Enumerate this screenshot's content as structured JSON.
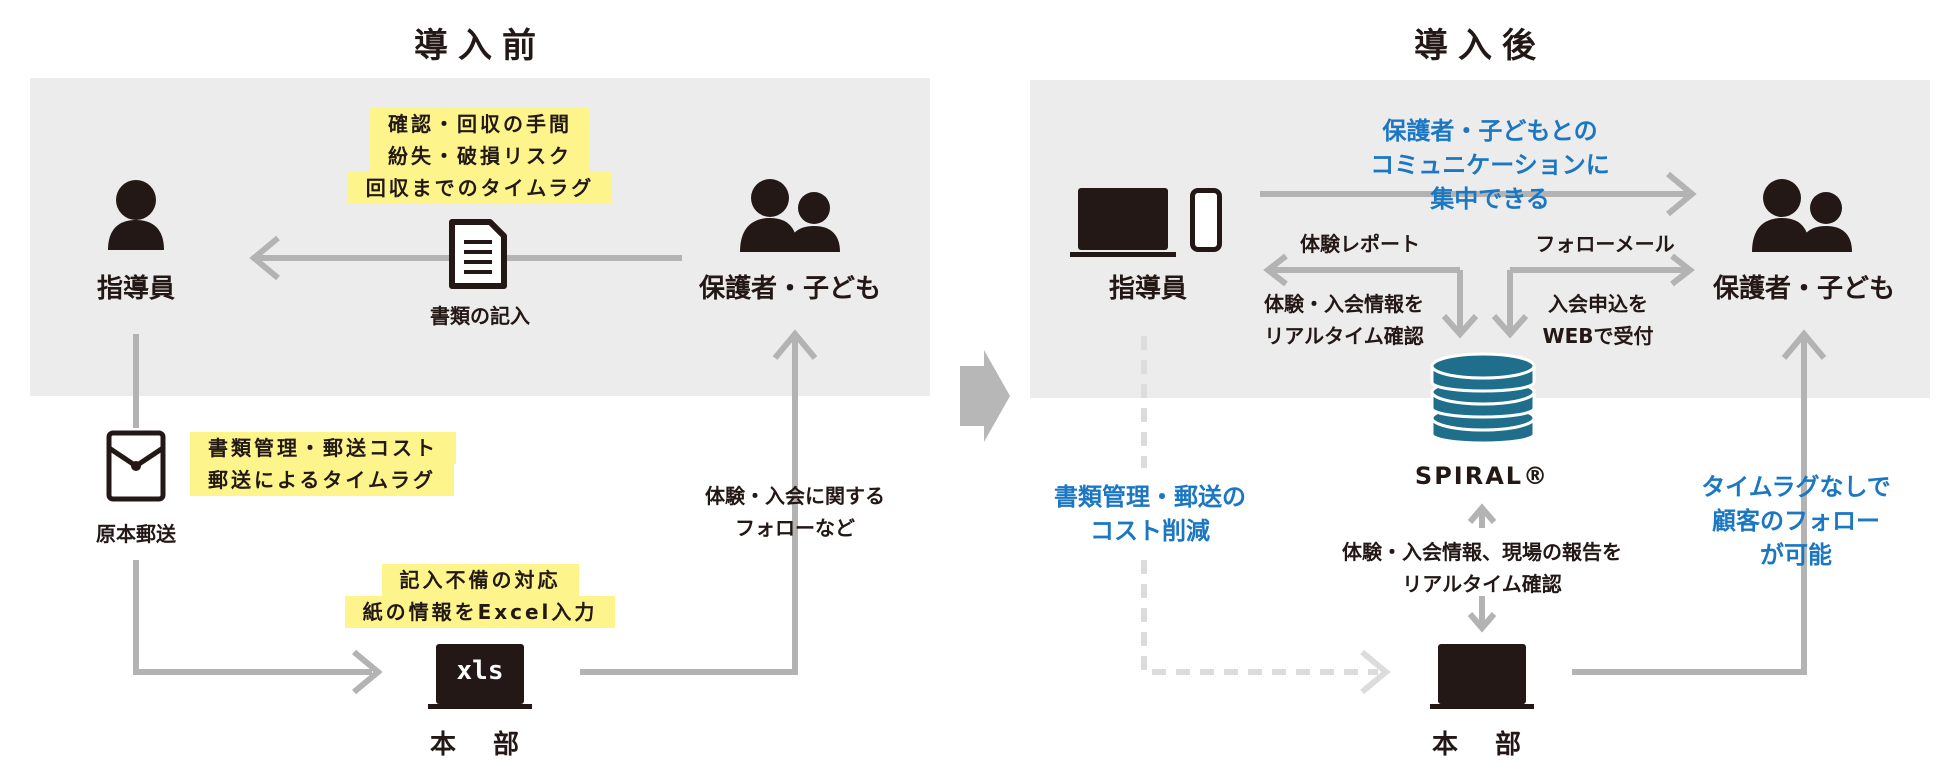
{
  "before": {
    "title": "導入前",
    "staff_label": "指導員",
    "parent_label": "保護者・子ども",
    "doc_caption": "書類の記入",
    "issues_top": [
      "確認・回収の手間",
      "紛失・破損リスク",
      "回収までのタイムラグ"
    ],
    "mail_caption": "原本郵送",
    "issues_mail": [
      "書類管理・郵送コスト",
      "郵送によるタイムラグ"
    ],
    "issues_hq": [
      "記入不備の対応",
      "紙の情報をExcel入力"
    ],
    "xls_text": "xls",
    "hq_label": "本 部",
    "follow_caption": [
      "体験・入会に関する",
      "フォローなど"
    ]
  },
  "after": {
    "title": "導入後",
    "staff_label": "指導員",
    "parent_label": "保護者・子ども",
    "focus_text": [
      "保護者・子どもとの",
      "コミュニケーションに",
      "集中できる"
    ],
    "trial_report": "体験レポート",
    "follow_mail": "フォローメール",
    "realtime_left": [
      "体験・入会情報を",
      "リアルタイム確認"
    ],
    "web_accept": [
      "入会申込を",
      "WEBで受付"
    ],
    "product_name": "SPIRAL®",
    "cost_cut": [
      "書類管理・郵送の",
      "コスト削減"
    ],
    "realtime_hq": [
      "体験・入会情報、現場の報告を",
      "リアルタイム確認"
    ],
    "no_lag": [
      "タイムラグなしで",
      "顧客のフォロー",
      "が可能"
    ],
    "hq_label": "本 部"
  },
  "colors": {
    "panel": "#ececec",
    "arrow": "#b3b3b3",
    "highlight": "#fdf58c",
    "blue": "#1c77c3",
    "dark": "#231815",
    "db": "#1f6e8c"
  }
}
